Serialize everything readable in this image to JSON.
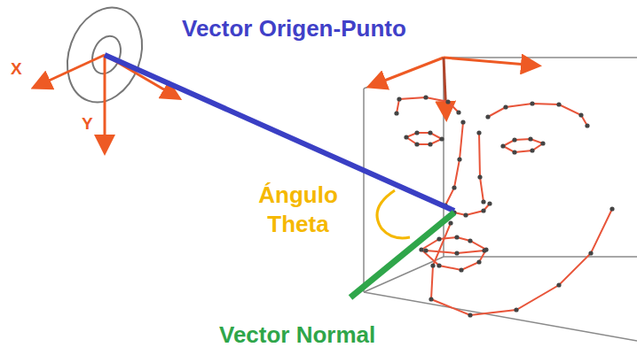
{
  "diagram": {
    "labels": [
      "Vector Origen-Punto",
      "X",
      "Y",
      "Ángulo Theta",
      "Vector Normal"
    ]
  }
}
